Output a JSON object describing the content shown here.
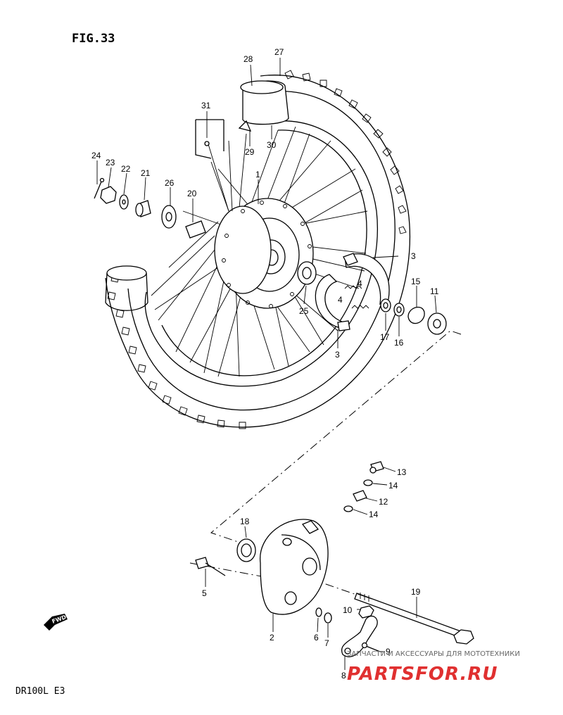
{
  "figure": {
    "title": "FIG.33",
    "model": "DR100L  E3"
  },
  "fwd_label": "FWD",
  "watermark": {
    "tagline": "ЗАПЧАСТИ И АКСЕССУАРЫ ДЛЯ МОТОТЕХНИКИ",
    "brand": "PARTSFOR.RU",
    "color": "#e03030"
  },
  "callouts": {
    "c1": "1",
    "c2": "2",
    "c3a": "3",
    "c3b": "3",
    "c4a": "4",
    "c4b": "4",
    "c5": "5",
    "c6": "6",
    "c7": "7",
    "c8": "8",
    "c9": "9",
    "c10": "10",
    "c11": "11",
    "c12": "12",
    "c13": "13",
    "c14a": "14",
    "c14b": "14",
    "c15": "15",
    "c16": "16",
    "c17": "17",
    "c18": "18",
    "c19": "19",
    "c20": "20",
    "c21": "21",
    "c22": "22",
    "c23": "23",
    "c24": "24",
    "c25": "25",
    "c26": "26",
    "c27": "27",
    "c28": "28",
    "c29": "29",
    "c30": "30",
    "c31": "31"
  }
}
